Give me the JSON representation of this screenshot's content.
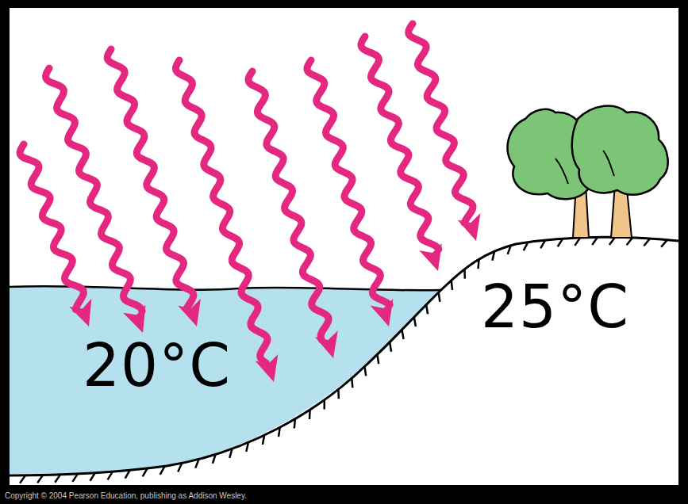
{
  "diagram": {
    "labels": [
      "20°C",
      "25°C",
      "Copyright © 2004 Pearson Education, publishing as Addison Wesley."
    ]
  }
}
